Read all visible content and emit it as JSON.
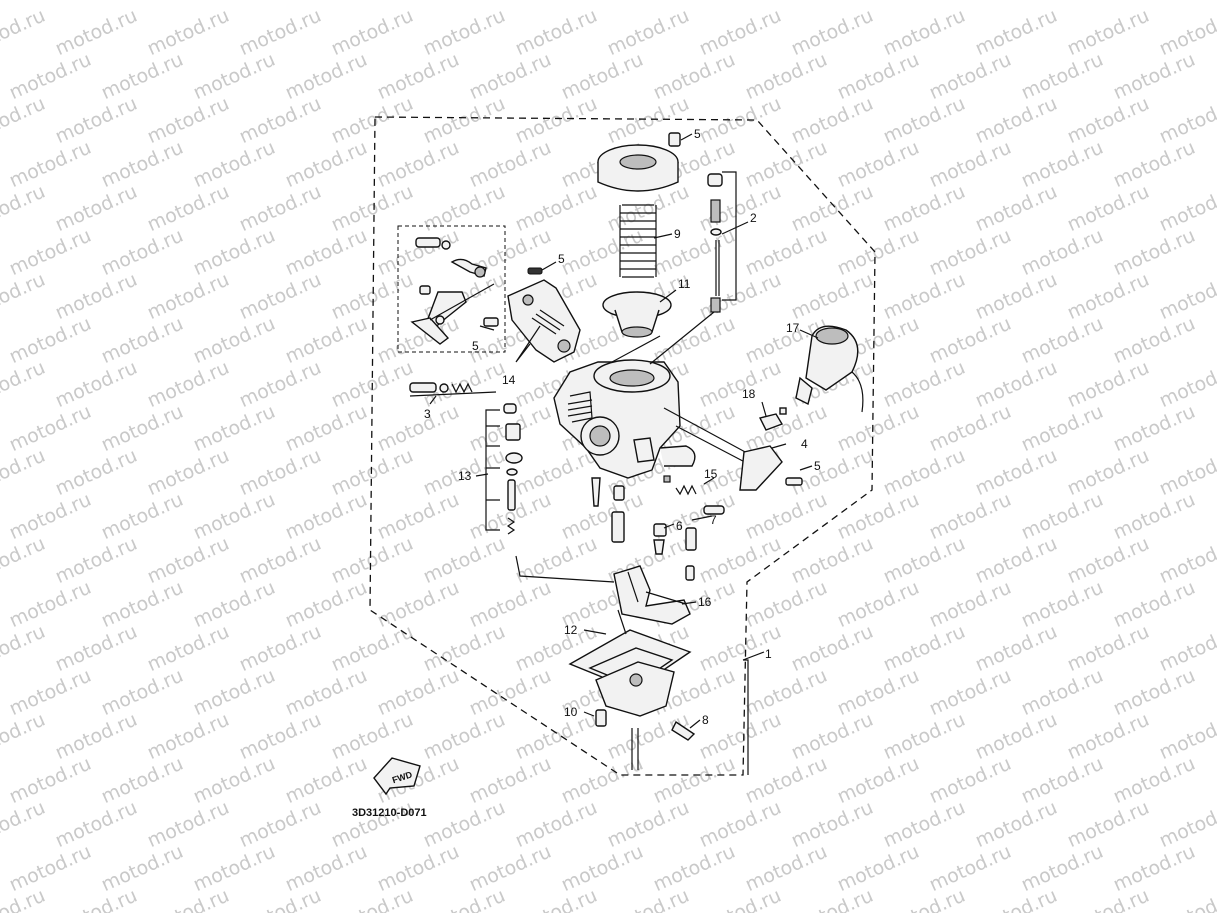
{
  "watermark": {
    "text": "motod.ru"
  },
  "diagram_code": "3D31210-D071",
  "direction_badge": {
    "text": "FWD"
  },
  "callouts": [
    {
      "id": "c1",
      "label": "1"
    },
    {
      "id": "c2",
      "label": "2"
    },
    {
      "id": "c3",
      "label": "3"
    },
    {
      "id": "c4",
      "label": "4"
    },
    {
      "id": "c5a",
      "label": "5"
    },
    {
      "id": "c5b",
      "label": "5"
    },
    {
      "id": "c5c",
      "label": "5"
    },
    {
      "id": "c5d",
      "label": "5"
    },
    {
      "id": "c6",
      "label": "6"
    },
    {
      "id": "c7",
      "label": "7"
    },
    {
      "id": "c8",
      "label": "8"
    },
    {
      "id": "c9",
      "label": "9"
    },
    {
      "id": "c10",
      "label": "10"
    },
    {
      "id": "c11",
      "label": "11"
    },
    {
      "id": "c12",
      "label": "12"
    },
    {
      "id": "c13",
      "label": "13"
    },
    {
      "id": "c14",
      "label": "14"
    },
    {
      "id": "c15",
      "label": "15"
    },
    {
      "id": "c16",
      "label": "16"
    },
    {
      "id": "c17",
      "label": "17"
    },
    {
      "id": "c18",
      "label": "18"
    }
  ]
}
